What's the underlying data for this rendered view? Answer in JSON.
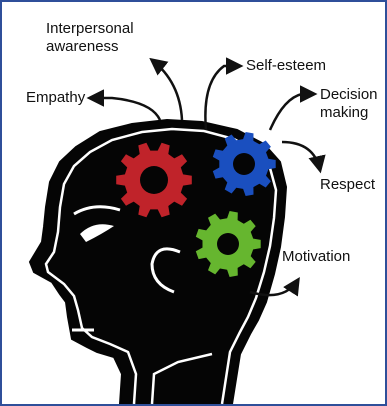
{
  "labels": {
    "interpersonal_line1": "Interpersonal",
    "interpersonal_line2": "awareness",
    "empathy": "Empathy",
    "self_esteem": "Self-esteem",
    "decision_line1": "Decision",
    "decision_line2": "making",
    "respect": "Respect",
    "motivation": "Motivation"
  },
  "gears": [
    {
      "name": "red-gear",
      "color": "#c0232a"
    },
    {
      "name": "blue-gear",
      "color": "#1a4fbf"
    },
    {
      "name": "green-gear",
      "color": "#66b62f"
    }
  ],
  "colors": {
    "head_fill": "#050505",
    "head_outline": "#ffffff",
    "frame_border": "#2f4f9a",
    "arrow": "#111111"
  }
}
